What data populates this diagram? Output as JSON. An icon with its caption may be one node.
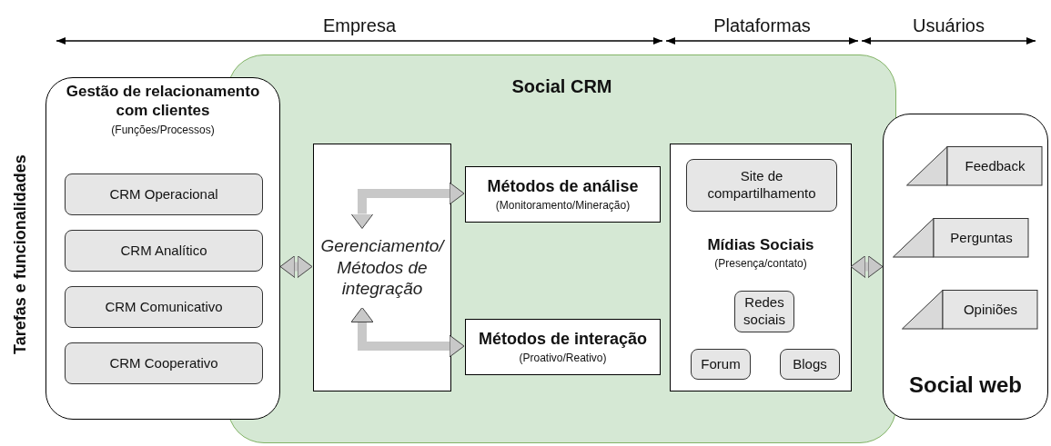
{
  "diagram": {
    "nodes": [
      {
        "text": [
          "Social CRM"
        ]
      },
      {
        "text": [
          "Gestão de relacionamento com clientes",
          "(Funções/Processos)"
        ]
      },
      {
        "text": [
          "CRM Operacional"
        ],
        "in": 1
      },
      {
        "text": [
          "CRM Analítico"
        ],
        "in": 1
      },
      {
        "text": [
          "CRM Comunicativo"
        ],
        "in": 1
      },
      {
        "text": [
          "CRM Cooperativo"
        ],
        "in": 1
      },
      {
        "text": [
          "Gerenciamento/ Métodos de integração"
        ],
        "in": 0
      },
      {
        "text": [
          "Métodos de análise",
          "(Monitoramento/Mineração)"
        ],
        "in": 0
      },
      {
        "text": [
          "Métodos de interação",
          "(Proativo/Reativo)"
        ],
        "in": 0
      },
      {
        "text": [
          "Mídias Sociais",
          "(Presença/contato)"
        ],
        "in": 0
      },
      {
        "text": [
          "Site de compartilhamento"
        ],
        "in": 9
      },
      {
        "text": [
          "Redes sociais"
        ],
        "in": 9
      },
      {
        "text": [
          "Forum"
        ],
        "in": 9
      },
      {
        "text": [
          "Blogs"
        ],
        "in": 9
      },
      {
        "text": [
          "Social web"
        ]
      },
      {
        "text": [
          "Feedback"
        ],
        "in": 14
      },
      {
        "text": [
          "Perguntas"
        ],
        "in": 14
      },
      {
        "text": [
          "Opiniões"
        ],
        "in": 14
      }
    ],
    "edges": [
      {
        "from": 1,
        "to": 6,
        "arrow": "both"
      },
      {
        "from": 6,
        "to": 7,
        "arrow": "both"
      },
      {
        "from": 6,
        "to": 8,
        "arrow": "both"
      },
      {
        "from": 9,
        "to": 14,
        "arrow": "both"
      }
    ],
    "labels": [
      "Empresa",
      "Plataformas",
      "Usuários",
      "Tarefas e funcionalidades"
    ]
  }
}
